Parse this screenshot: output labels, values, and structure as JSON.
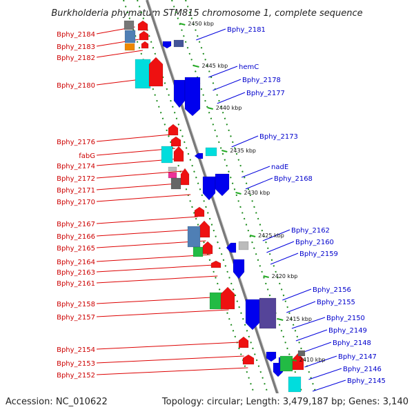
{
  "title": "Burkholderia phymatum STM815 chromosome 1, complete sequence",
  "accession": "Accession: NC_010622",
  "summary": "Topology: circular; Length: 3,479,187 bp; Genes: 3,140",
  "colors": {
    "forward_label": "#cc0000",
    "reverse_label": "#0000cc",
    "backbone": "#888888",
    "tick": "#008800"
  },
  "kbp_labels": [
    "2450 kbp",
    "2445 kbp",
    "2440 kbp",
    "2435 kbp",
    "2430 kbp",
    "2425 kbp",
    "2420 kbp",
    "2415 kbp",
    "2410 kbp"
  ],
  "left_labels": [
    "Bphy_2184",
    "Bphy_2183",
    "Bphy_2182",
    "Bphy_2180",
    "Bphy_2176",
    "fabG",
    "Bphy_2174",
    "Bphy_2172",
    "Bphy_2171",
    "Bphy_2170",
    "Bphy_2167",
    "Bphy_2166",
    "Bphy_2165",
    "Bphy_2164",
    "Bphy_2163",
    "Bphy_2161",
    "Bphy_2158",
    "Bphy_2157",
    "Bphy_2154",
    "Bphy_2153",
    "Bphy_2152"
  ],
  "right_labels": [
    "Bphy_2181",
    "hemC",
    "Bphy_2178",
    "Bphy_2177",
    "Bphy_2173",
    "nadE",
    "Bphy_2168",
    "Bphy_2162",
    "Bphy_2160",
    "Bphy_2159",
    "Bphy_2156",
    "Bphy_2155",
    "Bphy_2150",
    "Bphy_2149",
    "Bphy_2148",
    "Bphy_2147",
    "Bphy_2146",
    "Bphy_2145"
  ]
}
